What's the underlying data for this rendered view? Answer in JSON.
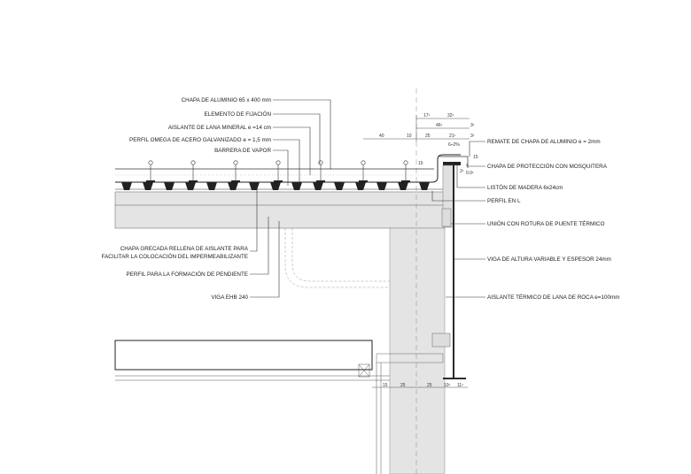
{
  "labels_left": {
    "chapa_aluminio": "CHAPA DE ALUMINIO 65 x 400 mm",
    "elemento_fijacion": "ELEMENTO DE FIJACIÓN",
    "aislante_lana": "AISLANTE DE LANA MINERAL e =14 cm",
    "perfil_omega": "PERFIL OMEGA DE ACERO GALVANIZADO e = 1,5 mm",
    "barrera_vapor": "BARRERA DE VAPOR",
    "chapa_grecada_1": "CHAPA GRECADA RELLENA DE AISLANTE PARA",
    "chapa_grecada_2": "FACILITAR LA COLOCACIÓN DEL IMPERMEABILIZANTE",
    "perfil_pendiente": "PERFIL PARA LA FORMACIÓN DE PENDIENTE",
    "viga_ehb": "VIGA EHB 240"
  },
  "labels_right": {
    "remate": "REMATE DE CHAPA DE ALUMINIO e = 2mm",
    "chapa_proteccion": "CHAPA DE PROTECCIÓN CON MOSQUITERA",
    "liston": "LISTÓN DE MADERA 6x24cm",
    "perfil_l": "PERFIL EN L",
    "union": "UNIÓN CON ROTURA DE PUENTE TÉRMICO",
    "viga_altura": "VIGA DE ALTURA VARIABLE Y ESPESOR 24mm",
    "aislante_roca": "AISLANTE TÉRMICO DE LANA DE ROCA e=100mm"
  },
  "dims_top": {
    "d17": "17¹",
    "d32": "32¹",
    "d46": "46¹",
    "d3a": "3¹",
    "d40": "40",
    "d10": "10",
    "d25": "25",
    "d21": "21¹",
    "d3b": "3¹",
    "slope": "6÷2%",
    "h15a": "15",
    "h15b": "15",
    "d2": "2¹",
    "d0": "0.0¹"
  },
  "dims_bottom": {
    "d15": "15",
    "d25a": "25",
    "d25b": "25",
    "d10": "10¹",
    "d11": "11¹"
  }
}
